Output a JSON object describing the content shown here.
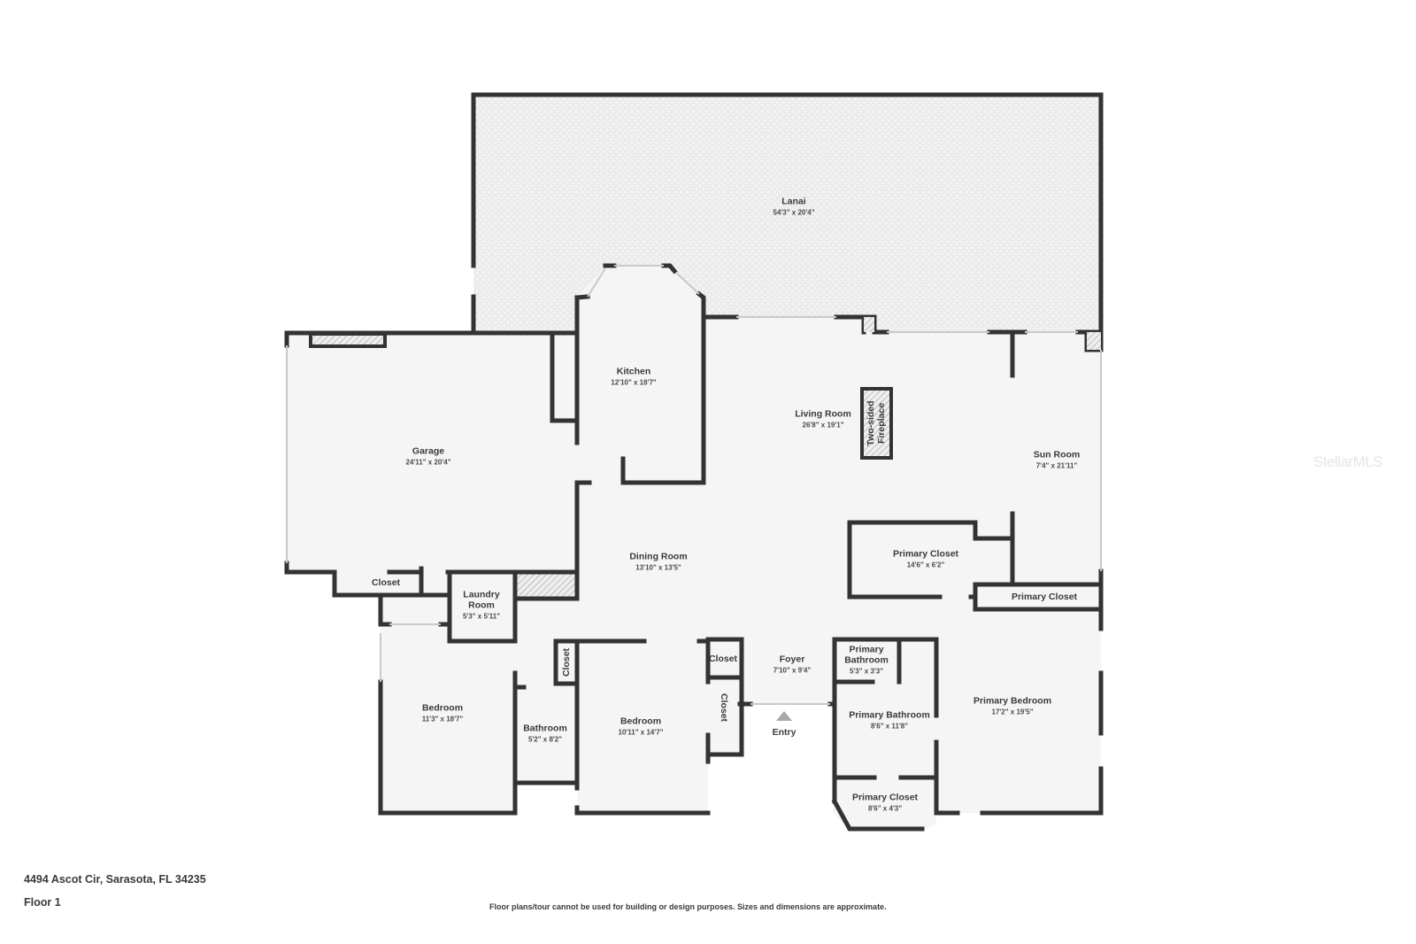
{
  "plan": {
    "property_address": "4494 Ascot Cir, Sarasota, FL 34235",
    "floor_label": "Floor 1",
    "disclaimer": "Floor plans/tour cannot be used for building or design purposes. Sizes and dimensions are approximate.",
    "watermark": "StellarMLS",
    "colors": {
      "wall": "#333333",
      "floor": "#f5f5f5",
      "lanai_pattern": "#e2e2e2",
      "hatch": "#999999",
      "background": "#ffffff"
    }
  },
  "rooms": {
    "lanai": {
      "name": "Lanai",
      "dims": "54'3\" x 20'4\""
    },
    "garage": {
      "name": "Garage",
      "dims": "24'11\" x 20'4\""
    },
    "kitchen": {
      "name": "Kitchen",
      "dims": "12'10\" x 18'7\""
    },
    "living_room": {
      "name": "Living Room",
      "dims": "26'8\" x 19'1\""
    },
    "fireplace": {
      "name": "Two-sided",
      "name2": "Fireplace"
    },
    "sun_room": {
      "name": "Sun Room",
      "dims": "7'4\" x 21'11\""
    },
    "dining_room": {
      "name": "Dining Room",
      "dims": "13'10\" x 13'5\""
    },
    "garage_closet": {
      "name": "Closet"
    },
    "laundry_room": {
      "name": "Laundry",
      "name2": "Room",
      "dims": "5'3\" x 5'11\""
    },
    "primary_closet_1": {
      "name": "Primary Closet",
      "dims": "14'6\" x 6'2\""
    },
    "primary_closet_2": {
      "name": "Primary Closet"
    },
    "bedroom_1": {
      "name": "Bedroom",
      "dims": "11'3\" x 18'7\""
    },
    "bathroom": {
      "name": "Bathroom",
      "dims": "5'2\" x 8'2\""
    },
    "hall_closet": {
      "name": "Closet"
    },
    "bedroom_2": {
      "name": "Bedroom",
      "dims": "10'11\" x 14'7\""
    },
    "bedroom_2_closet_a": {
      "name": "Closet"
    },
    "bedroom_2_closet_b": {
      "name": "Closet"
    },
    "foyer": {
      "name": "Foyer",
      "dims": "7'10\" x 9'4\""
    },
    "entry": {
      "name": "Entry"
    },
    "primary_bathroom_small": {
      "name": "Primary",
      "name2": "Bathroom",
      "dims": "5'3\" x 3'3\""
    },
    "primary_bathroom": {
      "name": "Primary Bathroom",
      "dims": "8'6\" x 11'8\""
    },
    "primary_closet_3": {
      "name": "Primary Closet",
      "dims": "8'6\" x 4'3\""
    },
    "primary_bedroom": {
      "name": "Primary Bedroom",
      "dims": "17'2\" x 19'5\""
    }
  }
}
